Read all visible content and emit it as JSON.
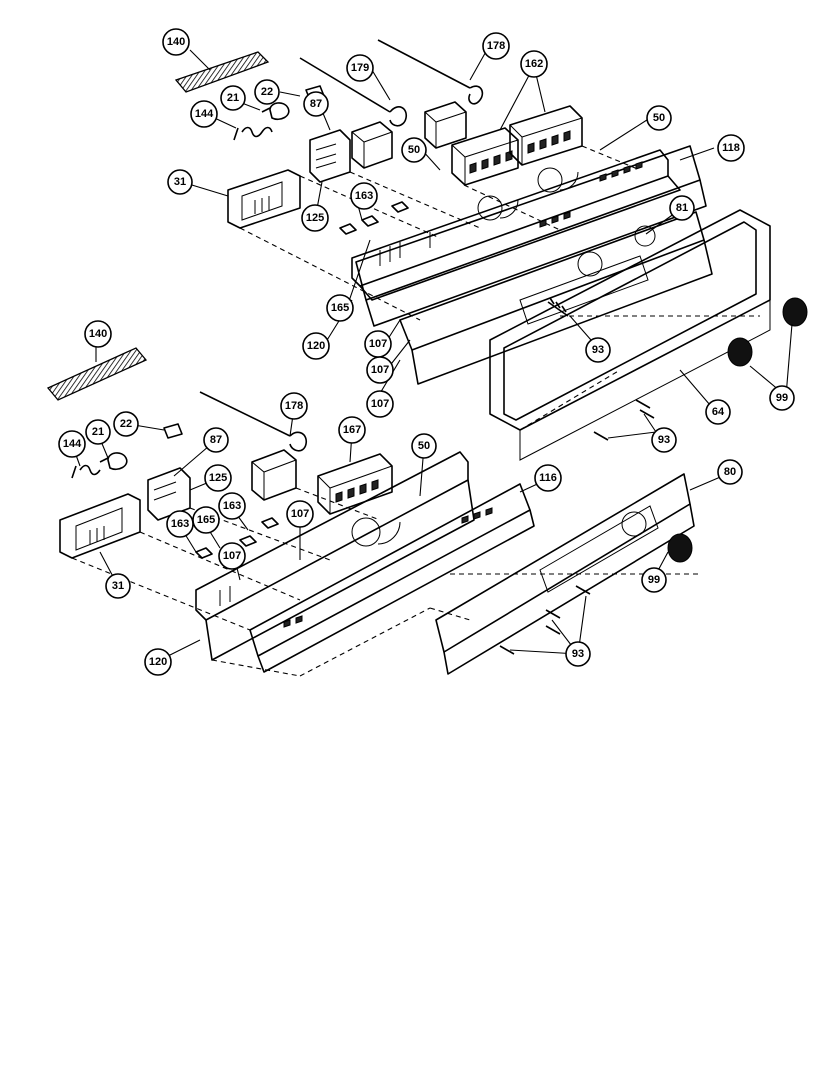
{
  "diagram": {
    "callouts": [
      {
        "id": "c140a",
        "label": "140"
      },
      {
        "id": "c178a",
        "label": "178"
      },
      {
        "id": "c179",
        "label": "179"
      },
      {
        "id": "c162",
        "label": "162"
      },
      {
        "id": "c22a",
        "label": "22"
      },
      {
        "id": "c21a",
        "label": "21"
      },
      {
        "id": "c87a",
        "label": "87"
      },
      {
        "id": "c144a",
        "label": "144"
      },
      {
        "id": "c50a",
        "label": "50"
      },
      {
        "id": "c50b",
        "label": "50"
      },
      {
        "id": "c118",
        "label": "118"
      },
      {
        "id": "c31a",
        "label": "31"
      },
      {
        "id": "c125a",
        "label": "125"
      },
      {
        "id": "c163a",
        "label": "163"
      },
      {
        "id": "c81",
        "label": "81"
      },
      {
        "id": "c165a",
        "label": "165"
      },
      {
        "id": "c120a",
        "label": "120"
      },
      {
        "id": "c107a",
        "label": "107"
      },
      {
        "id": "c107b",
        "label": "107"
      },
      {
        "id": "c107c",
        "label": "107"
      },
      {
        "id": "c93a",
        "label": "93"
      },
      {
        "id": "c99a",
        "label": "99"
      },
      {
        "id": "c64",
        "label": "64"
      },
      {
        "id": "c93b",
        "label": "93"
      },
      {
        "id": "c140b",
        "label": "140"
      },
      {
        "id": "c178b",
        "label": "178"
      },
      {
        "id": "c22b",
        "label": "22"
      },
      {
        "id": "c21b",
        "label": "21"
      },
      {
        "id": "c87b",
        "label": "87"
      },
      {
        "id": "c144b",
        "label": "144"
      },
      {
        "id": "c167",
        "label": "167"
      },
      {
        "id": "c50c",
        "label": "50"
      },
      {
        "id": "c116",
        "label": "116"
      },
      {
        "id": "c125b",
        "label": "125"
      },
      {
        "id": "c80",
        "label": "80"
      },
      {
        "id": "c163b",
        "label": "163"
      },
      {
        "id": "c165b",
        "label": "165"
      },
      {
        "id": "c163c",
        "label": "163"
      },
      {
        "id": "c107d",
        "label": "107"
      },
      {
        "id": "c107e",
        "label": "107"
      },
      {
        "id": "c31b",
        "label": "31"
      },
      {
        "id": "c99b",
        "label": "99"
      },
      {
        "id": "c93c",
        "label": "93"
      },
      {
        "id": "c120b",
        "label": "120"
      }
    ]
  }
}
